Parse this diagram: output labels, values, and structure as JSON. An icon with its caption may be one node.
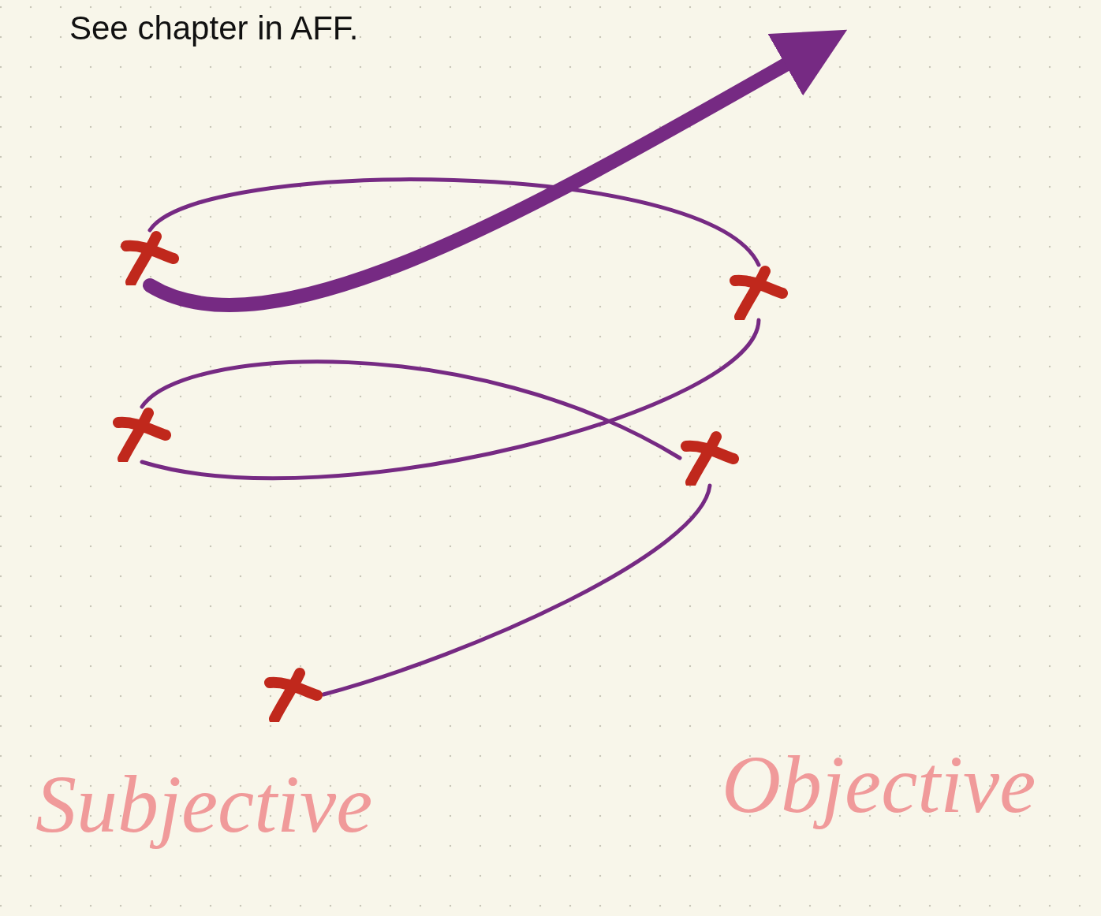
{
  "diagram": {
    "nodes": [
      {
        "text": [],
        "shape": "cross"
      },
      {
        "text": [],
        "shape": "cross"
      },
      {
        "text": [],
        "shape": "cross"
      },
      {
        "text": [],
        "shape": "cross"
      },
      {
        "text": [],
        "shape": "cross"
      }
    ],
    "edges": [
      {
        "from": 4,
        "to": 3,
        "arrow": "none"
      },
      {
        "from": 3,
        "to": 2,
        "arrow": "none"
      },
      {
        "from": 2,
        "to": 1,
        "arrow": "none"
      },
      {
        "from": 1,
        "to": 0,
        "arrow": "none"
      },
      {
        "from": 0,
        "to": null,
        "arrow": "to",
        "style": "thick"
      }
    ],
    "labels": [
      "See chapter in AFF.",
      "Subjective",
      "Objective"
    ]
  }
}
